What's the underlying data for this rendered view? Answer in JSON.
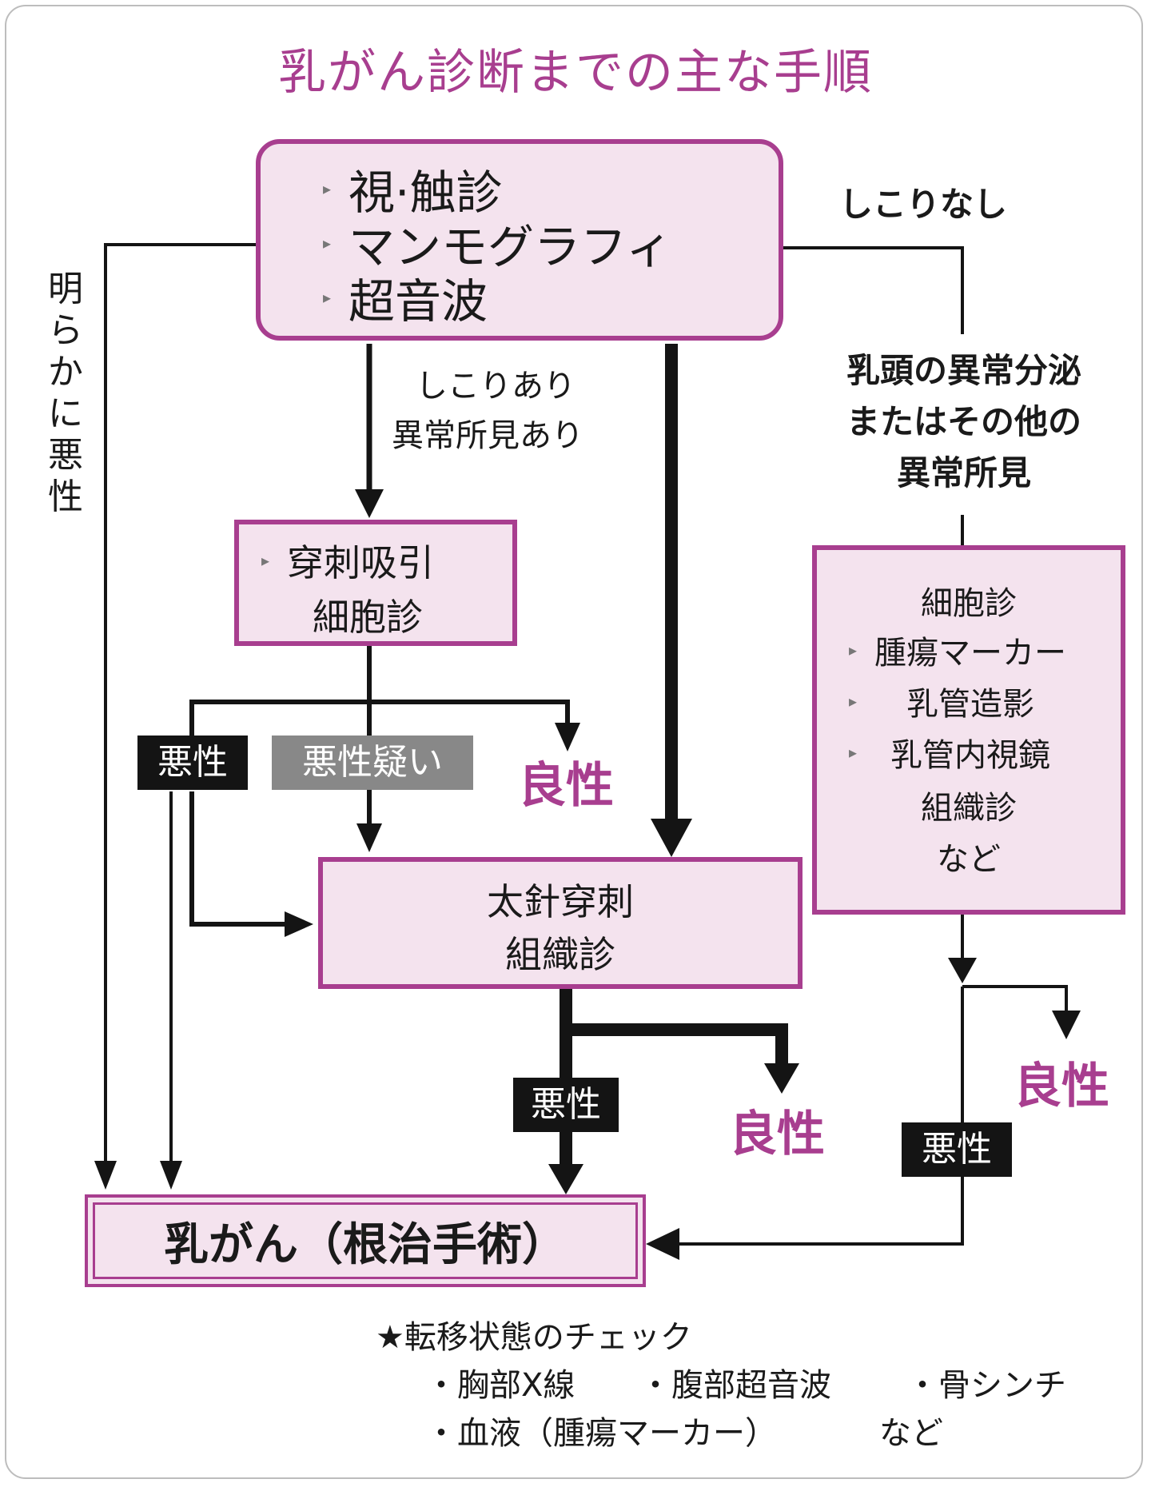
{
  "title": "乳がん診断までの主な手順",
  "initial_exam": {
    "items": [
      "視·触診",
      "マンモグラフィ",
      "超音波"
    ]
  },
  "edge_labels": {
    "no_lump": "しこりなし",
    "clearly_malignant": "明らかに悪性",
    "lump_found_1": "しこりあり",
    "lump_found_2": "異常所見あり",
    "nipple_1": "乳頭の異常分泌",
    "nipple_2": "またはその他の",
    "nipple_3": "異常所見"
  },
  "fna_box": {
    "line1": "穿刺吸引",
    "line2": "細胞診"
  },
  "fna_results": {
    "malignant": "悪性",
    "suspicious": "悪性疑い",
    "benign": "良性"
  },
  "core_box": {
    "line1": "太針穿刺",
    "line2": "組織診"
  },
  "core_results": {
    "malignant": "悪性",
    "benign": "良性"
  },
  "right_box": {
    "lines": [
      "細胞診",
      "腫瘍マーカー",
      "乳管造影",
      "乳管内視鏡",
      "組織診",
      "など"
    ]
  },
  "right_results": {
    "benign": "良性",
    "malignant": "悪性"
  },
  "final_box": {
    "label": "乳がん（根治手術）"
  },
  "note": {
    "heading": "★転移状態のチェック",
    "row1": [
      "・胸部X線",
      "・腹部超音波",
      "・骨シンチ"
    ],
    "row2": [
      "・血液（腫瘍マーカー）",
      "など"
    ]
  },
  "colors": {
    "accent": "#a83e8f",
    "box_fill": "#f4e3ee",
    "badge_black": "#141414",
    "badge_gray": "#888888"
  }
}
